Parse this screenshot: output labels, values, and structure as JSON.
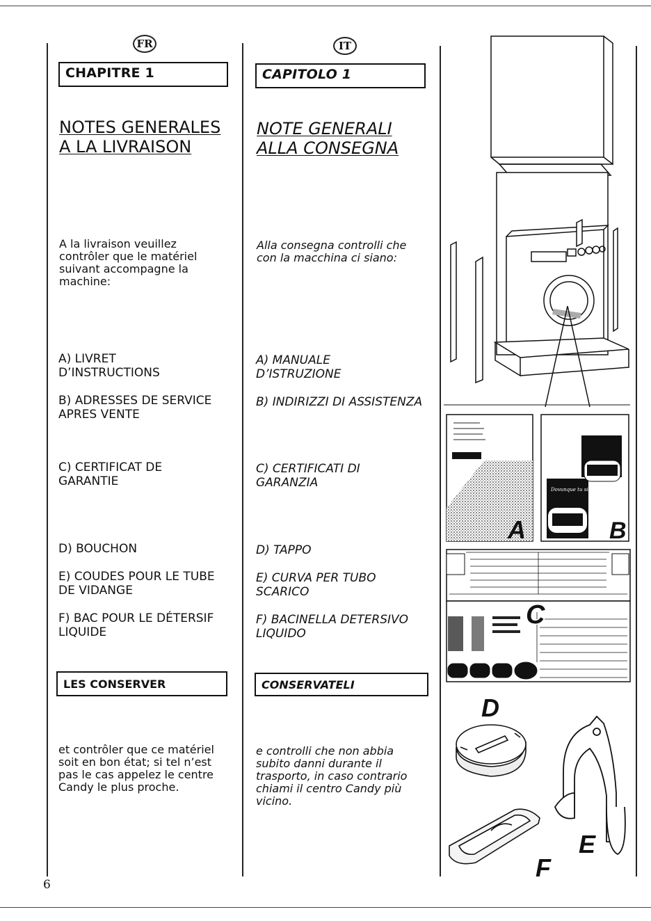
{
  "page_number": "6",
  "fr": {
    "lang_badge": "FR",
    "chapter": "CHAPITRE 1",
    "heading_line1": "NOTES GENERALES",
    "heading_line2": "A LA LIVRAISON",
    "intro": "A la livraison veuillez contrôler que le matériel suivant accompagne la machine:",
    "items": [
      "A) LIVRET\n      D’INSTRUCTIONS",
      "B) ADRESSES DE SERVICE\n      APRES VENTE",
      "C) CERTIFICAT DE\n   GARANTIE",
      "D) BOUCHON",
      "E) COUDES POUR LE TUBE\n      DE VIDANGE",
      "F) BAC POUR LE DÉTERSIF\n      LIQUIDE"
    ],
    "keep_box": "LES CONSERVER",
    "outro": "et contrôler que ce matériel soit en bon état; si tel n’est pas le cas appelez le centre Candy le plus proche."
  },
  "it": {
    "lang_badge": "IT",
    "chapter": "CAPITOLO 1",
    "heading_line1": "NOTE GENERALI",
    "heading_line2": "ALLA CONSEGNA",
    "intro": "Alla consegna controlli che con la macchina ci siano:",
    "items": [
      "A) MANUALE\n      D’ISTRUZIONE",
      "B) INDIRIZZI DI ASSISTENZA",
      "C) CERTIFICATI DI\n      GARANZIA",
      "D) TAPPO",
      "E) CURVA PER TUBO\n      SCARICO",
      "F) BACINELLA DETERSIVO\n      LIQUIDO"
    ],
    "keep_box": "CONSERVATELI",
    "outro": "e controlli che non abbia subito danni durante il trasporto, in caso contrario chiami il centro Candy più vicino."
  },
  "illustration": {
    "labels": [
      "A",
      "B",
      "C",
      "D",
      "E",
      "F"
    ],
    "booklet_b_text": "Dovunque tu sia."
  }
}
